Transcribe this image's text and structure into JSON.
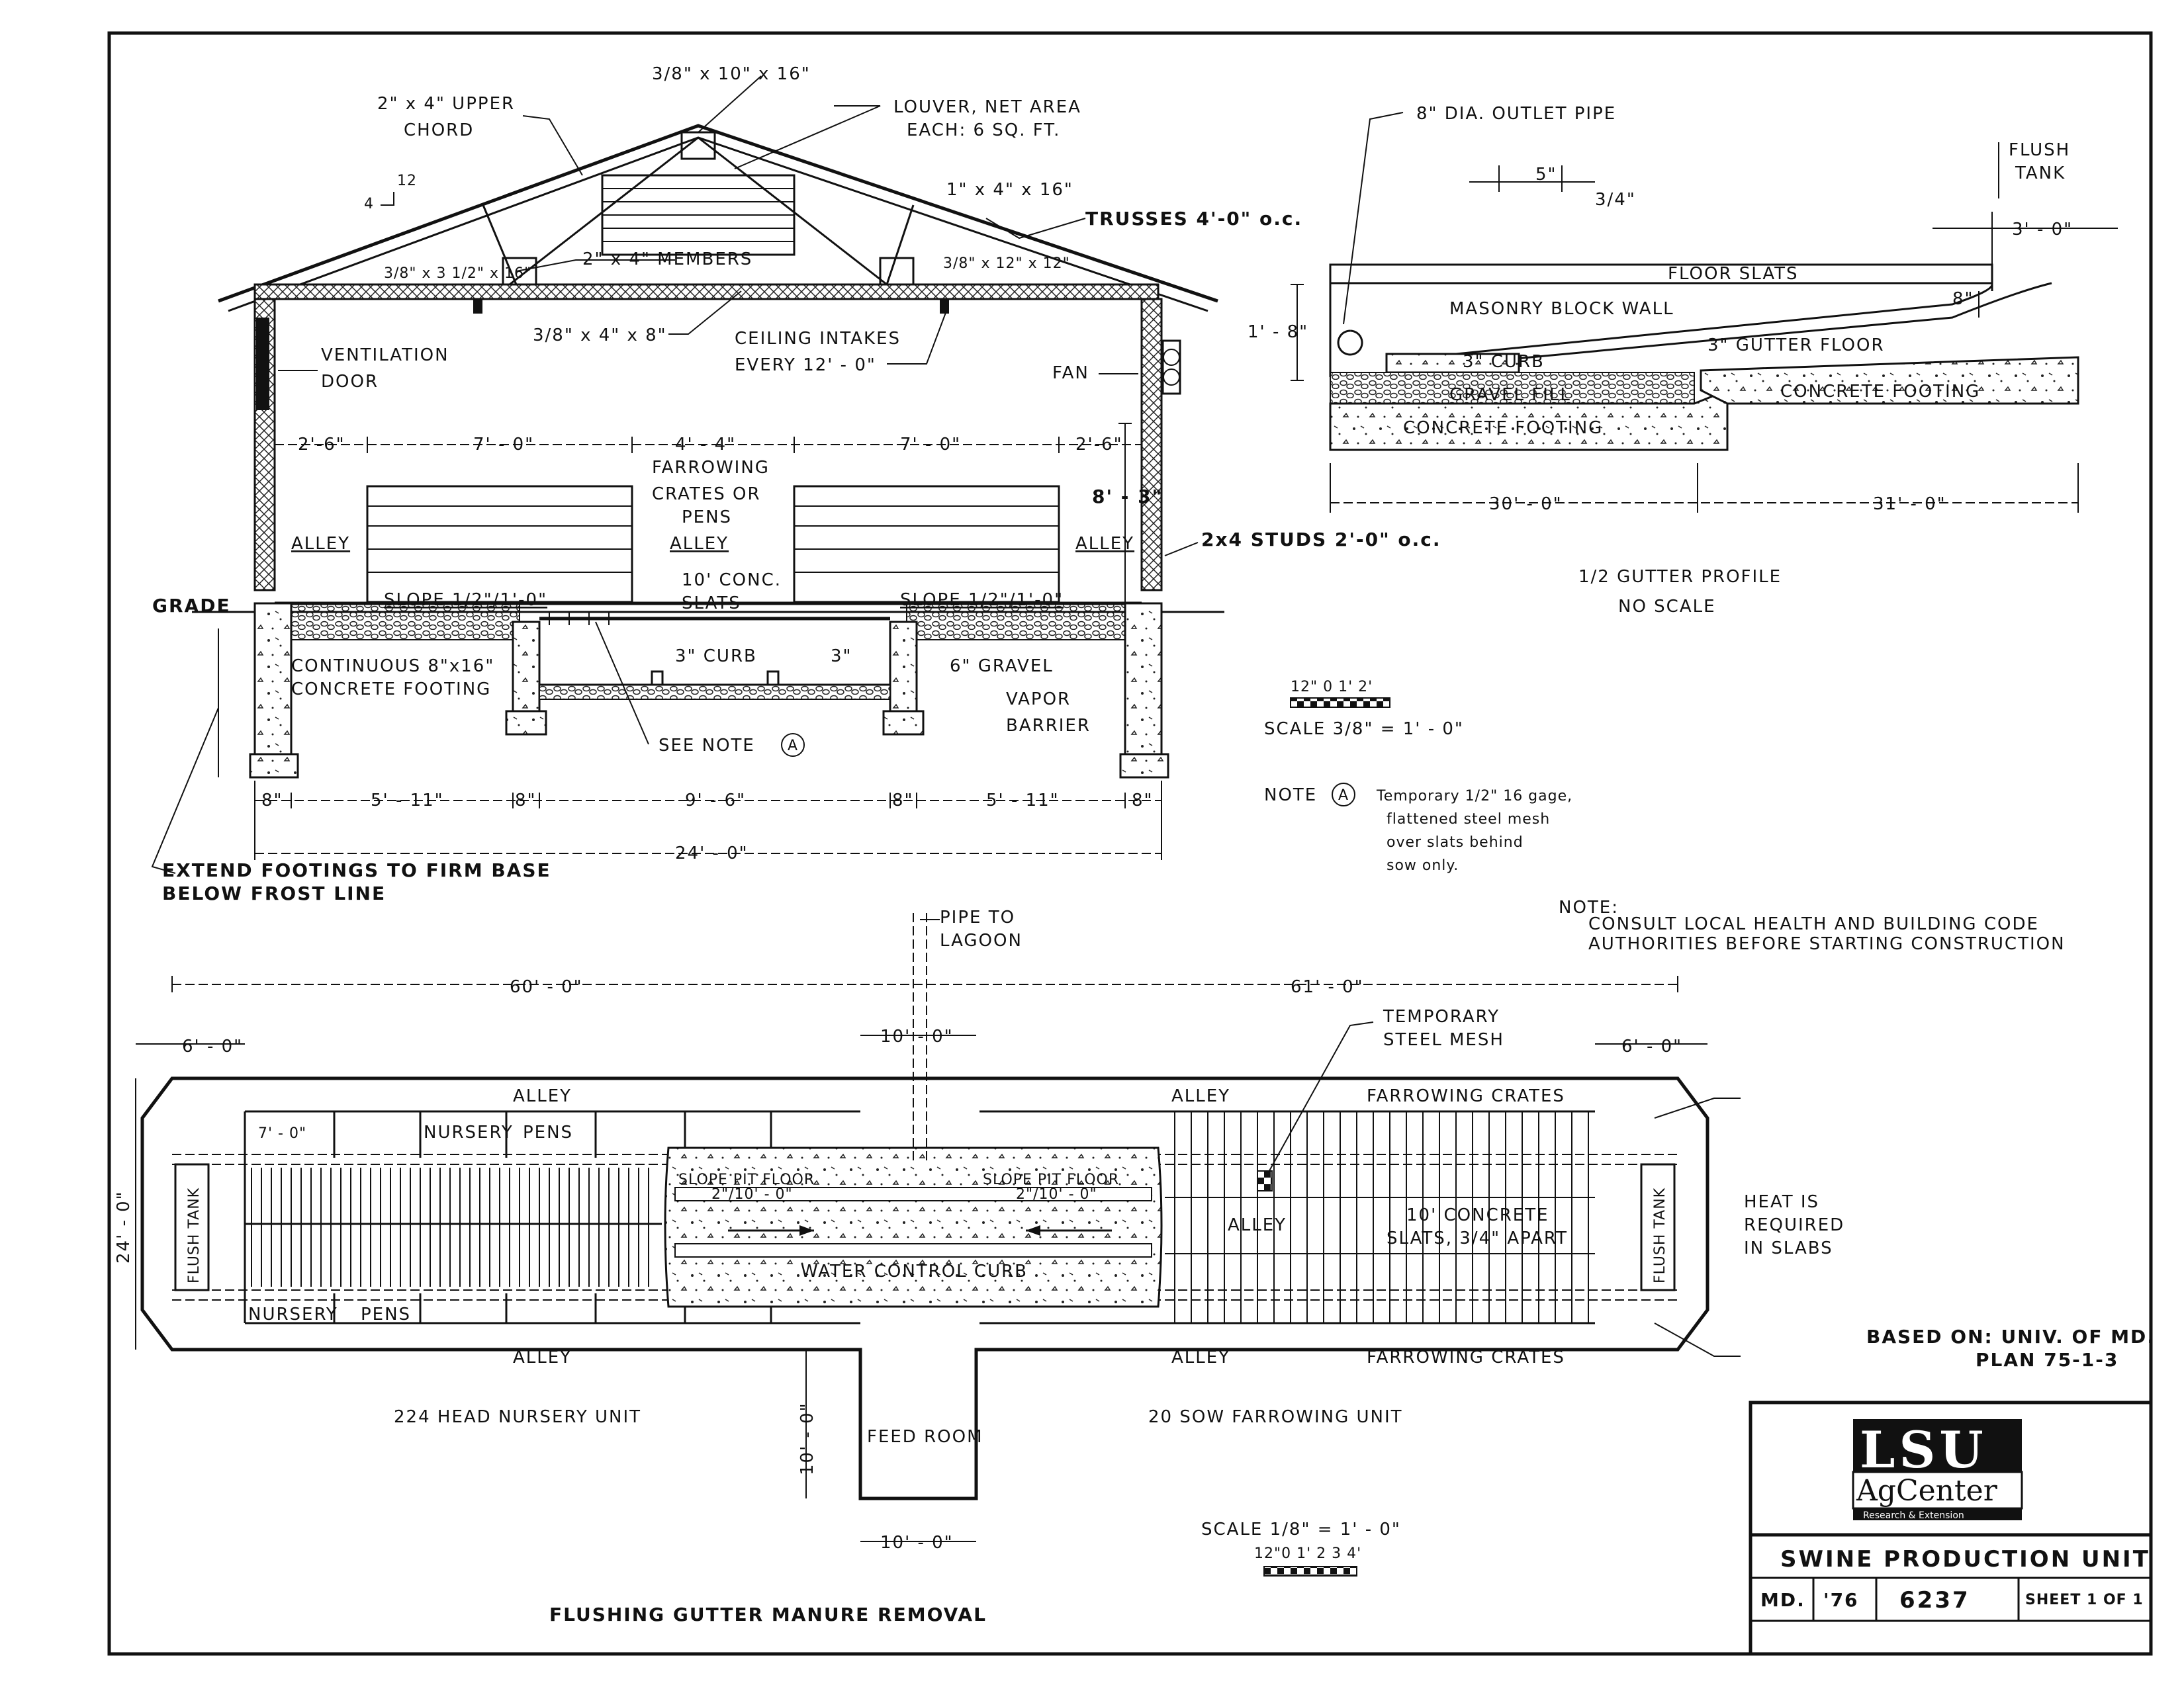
{
  "section": {
    "labels": {
      "upper_chord": "2\" x 4\" UPPER",
      "upper_chord2": "CHORD",
      "gusset_top": "3/8\" x 10\" x 16\"",
      "louver": "LOUVER, NET AREA",
      "louver2": "EACH: 6 SQ. FT.",
      "pitch_rise": "12",
      "pitch_run": "4",
      "brace": "1\" x 4\" x 16\"",
      "trusses": "TRUSSES 4'-0\" o.c.",
      "gusset_left": "3/8\" x 3 1/2\" x 16\"",
      "members": "2\" x 4\" MEMBERS",
      "gusset_right": "3/8\" x 12\" x 12\"",
      "gusset_ceiling": "3/8\" x 4\" x 8\"",
      "ceiling_intakes": "CEILING INTAKES",
      "ceiling_intakes2": "EVERY 12' - 0\"",
      "vent_door": "VENTILATION",
      "vent_door2": "DOOR",
      "fan": "FAN",
      "farrowing": "FARROWING",
      "farrowing2": "CRATES OR",
      "farrowing3": "PENS",
      "alley_center": "ALLEY",
      "alley_left": "ALLEY",
      "alley_right": "ALLEY",
      "height": "8' - 3\"",
      "studs": "2x4 STUDS 2'-0\" o.c.",
      "slope_left": "SLOPE 1/2\"/1'-0\"",
      "slope_right": "SLOPE 1/2\"/1'-0\"",
      "conc_slats": "10' CONC.",
      "conc_slats2": "SLATS",
      "grade": "GRADE",
      "footing": "CONTINUOUS 8\"x16\"",
      "footing2": "CONCRETE FOOTING",
      "curb": "3\" CURB",
      "curb_h": "3\"",
      "gravel": "6\" GRAVEL",
      "vapor": "VAPOR",
      "vapor2": "BARRIER",
      "see_note": "SEE NOTE",
      "note_a": "A",
      "extend": "EXTEND FOOTINGS TO FIRM BASE",
      "extend2": "BELOW FROST LINE"
    },
    "dims_top": [
      "2'-6\"",
      "7' - 0\"",
      "4' - 4\"",
      "7' - 0\"",
      "2'-6\""
    ],
    "dims_bottom": [
      "8\"",
      "5' - 11\"",
      "8\"",
      "9' - 6\"",
      "8\"",
      "5' - 11\"",
      "8\""
    ],
    "dim_total": "24' - 0\""
  },
  "gutter": {
    "outlet": "8\" DIA. OUTLET PIPE",
    "flush_tank": "FLUSH",
    "flush_tank2": "TANK",
    "dim_5": "5\"",
    "dim_34": "3/4\"",
    "dim_3": "3' - 0\"",
    "floor_slats": "FLOOR SLATS",
    "wall": "MASONRY BLOCK WALL",
    "dim_8": "8\"",
    "dim_18": "1' - 8\"",
    "curb": "3\" CURB",
    "gutter_floor": "3\" GUTTER FLOOR",
    "gravel_fill": "GRAVEL FILL",
    "footing_r": "CONCRETE FOOTING",
    "footing_l": "CONCRETE FOOTING",
    "dim_30": "30' - 0\"",
    "dim_31": "31' - 0\"",
    "title": "1/2 GUTTER PROFILE",
    "subtitle": "NO SCALE"
  },
  "scale1": {
    "ticks": "12\"  0   1'   2'",
    "label": "SCALE 3/8\" = 1' - 0\""
  },
  "note_a": {
    "line1": "Temporary 1/2\" 16 gage,",
    "line2": "flattened steel mesh",
    "line3": "over slats behind",
    "line4": "sow only.",
    "prefix": "NOTE"
  },
  "note": {
    "title": "NOTE:",
    "line1": "CONSULT LOCAL HEALTH AND BUILDING CODE",
    "line2": "AUTHORITIES BEFORE STARTING CONSTRUCTION"
  },
  "plan": {
    "pipe": "PIPE TO",
    "pipe2": "LAGOON",
    "dim_60": "60' - 0\"",
    "dim_61": "61' - 0\"",
    "dim_6l": "6' - 0\"",
    "dim_6r": "6' - 0\"",
    "dim_10": "10' - 0\"",
    "mesh": "TEMPORARY",
    "mesh2": "STEEL MESH",
    "alley_tl": "ALLEY",
    "alley_tr": "ALLEY",
    "alley_bl": "ALLEY",
    "alley_br": "ALLEY",
    "alley_mid": "ALLEY",
    "crates_top": "FARROWING CRATES",
    "crates_bot": "FARROWING CRATES",
    "pen_7": "7' - 0\"",
    "nursery_top": "NURSERY",
    "pens_top": "PENS",
    "nursery_bot": "NURSERY",
    "pens_bot": "PENS",
    "slope_l": "SLOPE PIT FLOOR",
    "slope_l2": "2\"/10' - 0\"",
    "slope_r": "SLOPE PIT FLOOR",
    "slope_r2": "2\"/10' - 0\"",
    "water_curb": "WATER CONTROL CURB",
    "slats": "10' CONCRETE",
    "slats2": "SLATS, 3/4\" APART",
    "flush_l": "FLUSH TANK",
    "flush_r": "FLUSH TANK",
    "width": "24' - 0\"",
    "heat": "HEAT IS",
    "heat2": "REQUIRED",
    "heat3": "IN SLABS",
    "nursery_unit": "224 HEAD NURSERY UNIT",
    "sow_unit": "20 SOW FARROWING UNIT",
    "feed_room": "FEED ROOM",
    "feed_dim_v": "10' - 0\"",
    "feed_dim_h": "10' - 0\""
  },
  "scale2": {
    "label": "SCALE 1/8\" = 1' - 0\"",
    "ticks": "12\"0  1' 2  3  4'"
  },
  "drawing_title": "FLUSHING GUTTER MANURE REMOVAL",
  "based_on": {
    "line1": "BASED ON: UNIV. OF MD.",
    "line2": "PLAN 75-1-3"
  },
  "title_block": {
    "logo_main": "LSU",
    "logo_sub": "AgCenter",
    "logo_tag": "Research & Extension",
    "title": "SWINE PRODUCTION UNIT",
    "state": "MD.",
    "year": "'76",
    "number": "6237",
    "sheet": "SHEET 1 OF 1"
  }
}
